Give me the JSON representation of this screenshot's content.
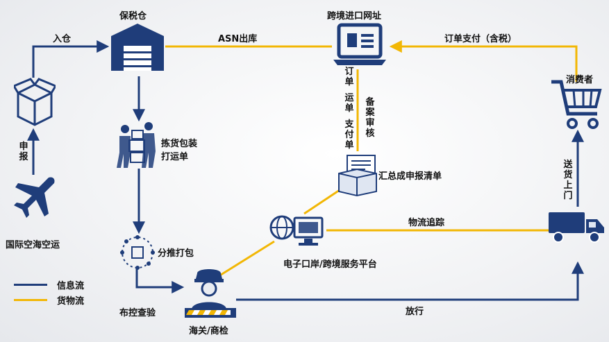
{
  "colors": {
    "info_flow": "#1f3d7a",
    "goods_flow": "#f2b705",
    "icon_blue": "#1f3d7a"
  },
  "nodes": {
    "bonded_warehouse": "保税仓",
    "cross_border_site": "跨境进口网址",
    "consumer": "消费者",
    "international_transport": "国际空海空运",
    "picking_packing": "拣货包装\n打运单",
    "sorting_packing": "分推打包",
    "control_inspection": "布控查验",
    "customs": "海关/商检",
    "e_port_platform": "电子口岸/跨境服务平台",
    "summary_declaration": "汇总成申报清单"
  },
  "edges": {
    "into_warehouse": "入仓",
    "declare": "申报",
    "asn_out": "ASN出库",
    "order_payment": "订单支付（含税）",
    "order_docs": [
      "订单",
      "运单",
      "支付单"
    ],
    "filing_review": "备案审核",
    "delivery": "送货上门",
    "logistics_tracking": "物流追踪",
    "release": "放行"
  },
  "legend": {
    "info_flow": "信息流",
    "goods_flow": "货物流"
  }
}
